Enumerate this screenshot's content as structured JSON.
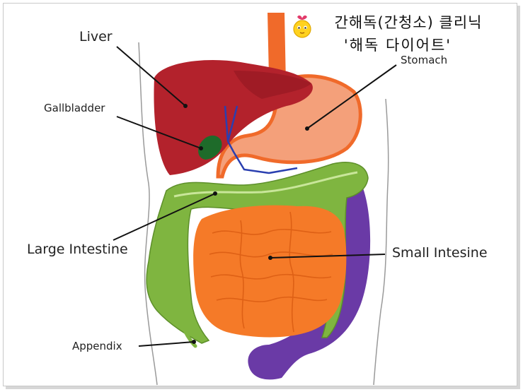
{
  "brand": {
    "line1": "간해독(간청소) 클리닉",
    "line2": "'해독 다이어트'"
  },
  "labels": {
    "liver": "Liver",
    "gallbladder": "Gallbladder",
    "stomach": "Stomach",
    "large_intestine": "Large Intestine",
    "small_intestine": "Small Intesine",
    "appendix": "Appendix"
  },
  "colors": {
    "liver": "#b3222c",
    "gallbladder": "#1e6b2a",
    "stomach": "#f4a07a",
    "esophagus": "#f06a2a",
    "large_intestine": "#7fb540",
    "small_intestine": "#f57a28",
    "rectum": "#6a3aa6",
    "vessels": "#2a3fb0"
  }
}
